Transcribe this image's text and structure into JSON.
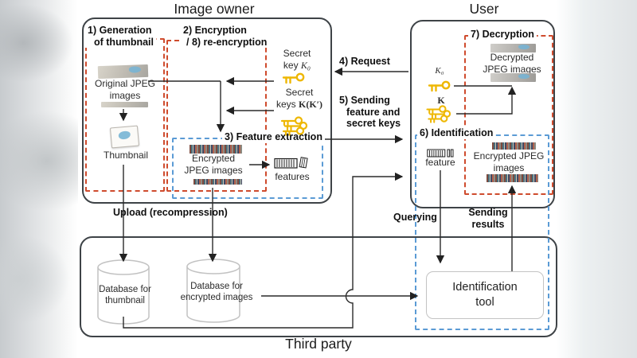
{
  "titles": {
    "image_owner": "Image owner",
    "user": "User",
    "third_party": "Third party"
  },
  "owner": {
    "step1_l1": "1) Generation",
    "step1_l2": "of thumbnail",
    "step2_l1": "2) Encryption",
    "step2_l2": "/ 8) re-encryption",
    "step3": "3) Feature extraction",
    "original_l1": "Original JPEG",
    "original_l2": "images",
    "thumbnail": "Thumbnail",
    "secret_key_l1": "Secret",
    "secret_key_l2a": "key",
    "secret_key_l2b": "K₀",
    "secret_keys_l1": "Secret",
    "secret_keys_l2a": "keys",
    "secret_keys_l2b": "K(K′)",
    "encrypted_l1": "Encrypted",
    "encrypted_l2": "JPEG images",
    "features": "features"
  },
  "user": {
    "step7": "7) Decryption",
    "decrypted_l1": "Decrypted",
    "decrypted_l2": "JPEG images",
    "k0": "K₀",
    "k": "K",
    "step6": "6) Identification",
    "feature": "feature",
    "encrypted_l1": "Encrypted JPEG",
    "encrypted_l2": "images"
  },
  "third_party": {
    "db_thumb_l1": "Database for",
    "db_thumb_l2": "thumbnail",
    "db_enc_l1": "Database for",
    "db_enc_l2": "encrypted images",
    "tool_l1": "Identification",
    "tool_l2": "tool"
  },
  "flows": {
    "request": "4) Request",
    "sending_l1": "5) Sending",
    "sending_l2": "feature and",
    "sending_l3": "secret keys",
    "upload": "Upload (recompression)",
    "querying": "Querying",
    "sending_results_l1": "Sending",
    "sending_results_l2": "results"
  },
  "colors": {
    "red_dashed": "#cf4b2d",
    "blue_dashed": "#5b9bd5",
    "box_border": "#3e4347",
    "arrow": "#2a2a2a",
    "key_gold": "#eeb702"
  }
}
